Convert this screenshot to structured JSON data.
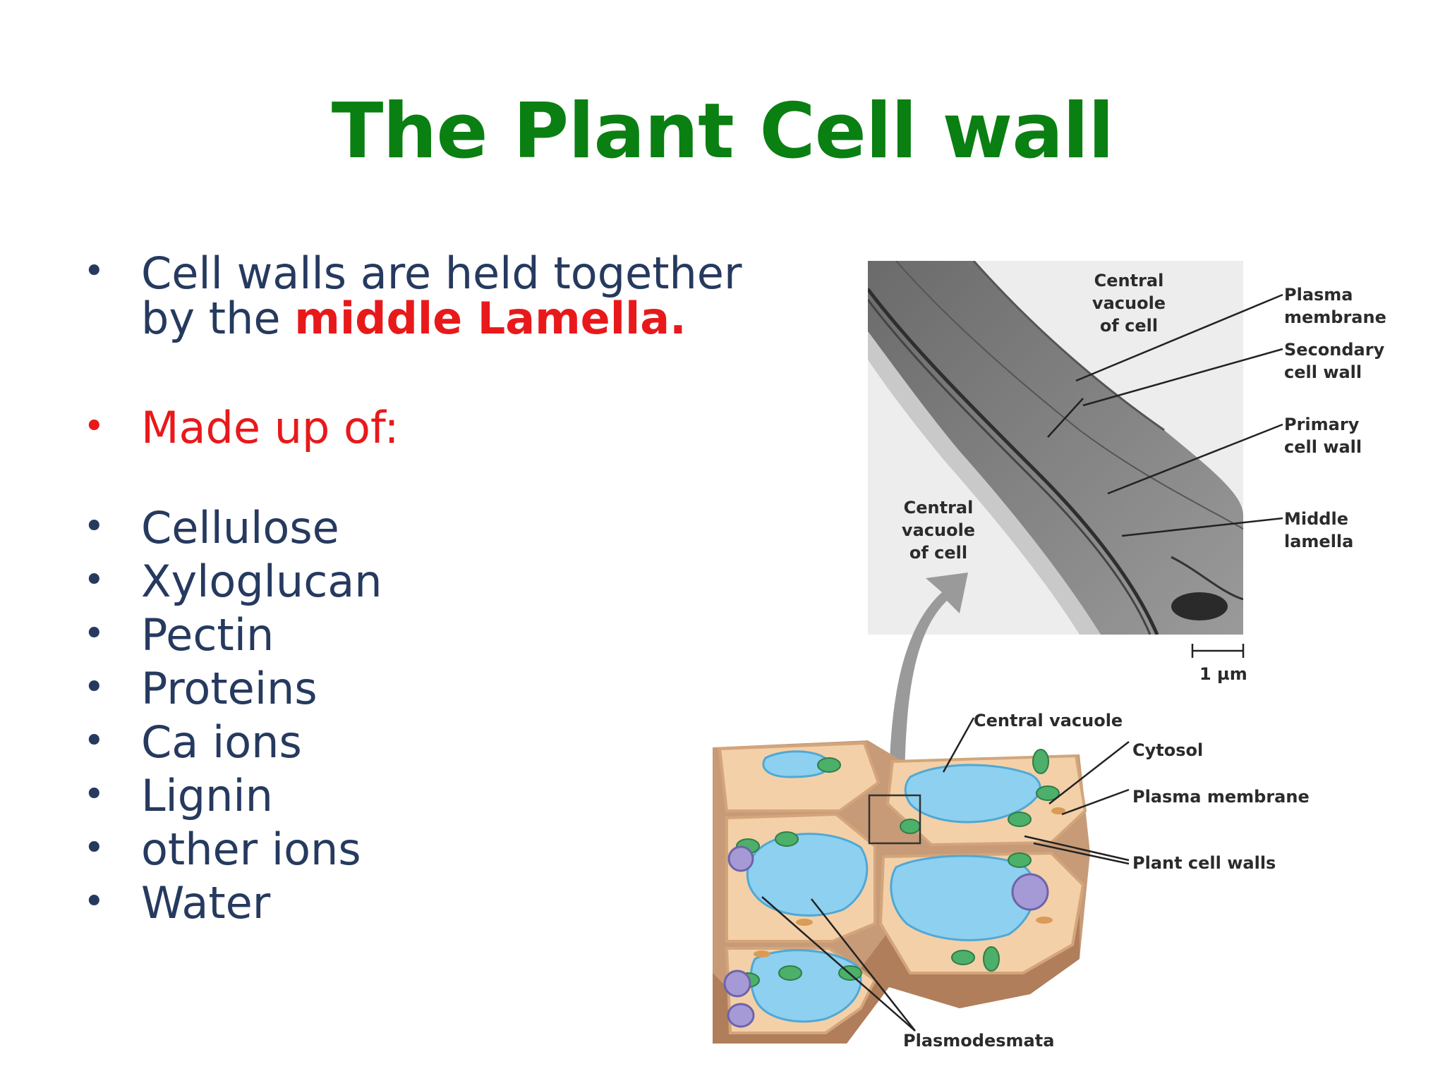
{
  "slide": {
    "title": "The Plant Cell wall",
    "intro": {
      "line1": "Cell walls are held together",
      "line2_prefix": "by the ",
      "highlight": "middle Lamella."
    },
    "made_up_of": "Made up of:",
    "components": [
      "Cellulose",
      "Xyloglucan",
      "Pectin",
      "Proteins",
      "Ca ions",
      "Lignin",
      "other ions",
      "Water"
    ]
  },
  "figure": {
    "micrograph_labels": {
      "central_vacuole_top": "Central\nvacuole\nof cell",
      "central_vacuole_left": "Central\nvacuole\nof cell",
      "plasma_membrane": "Plasma\nmembrane",
      "secondary_cell_wall": "Secondary\ncell wall",
      "primary_cell_wall": "Primary\ncell wall",
      "middle_lamella": "Middle\nlamella",
      "scale_bar": "1 µm"
    },
    "diagram_labels": {
      "central_vacuole": "Central vacuole",
      "cytosol": "Cytosol",
      "plasma_membrane": "Plasma membrane",
      "plant_cell_walls": "Plant cell walls",
      "plasmodesmata": "Plasmodesmata"
    }
  },
  "colors": {
    "title": "#0a7f12",
    "body_text": "#263a5f",
    "highlight": "#e8191b"
  }
}
